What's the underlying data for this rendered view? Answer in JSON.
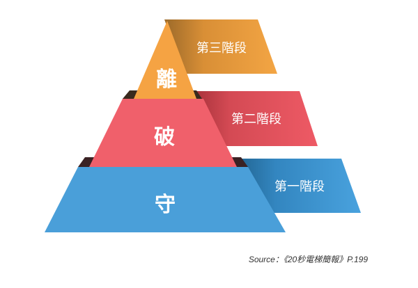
{
  "pyramid": {
    "tiers": [
      {
        "label": "離",
        "stage": "第三階段",
        "color": "#f5a343",
        "stage_color": "#e39a3c"
      },
      {
        "label": "破",
        "stage": "第二階段",
        "color": "#f0606b",
        "stage_color": "#dc4c55"
      },
      {
        "label": "守",
        "stage": "第一階段",
        "color": "#4a9fd9",
        "stage_color": "#3c92d0"
      }
    ]
  },
  "source": "Source：《20秒電梯簡報》P.199"
}
